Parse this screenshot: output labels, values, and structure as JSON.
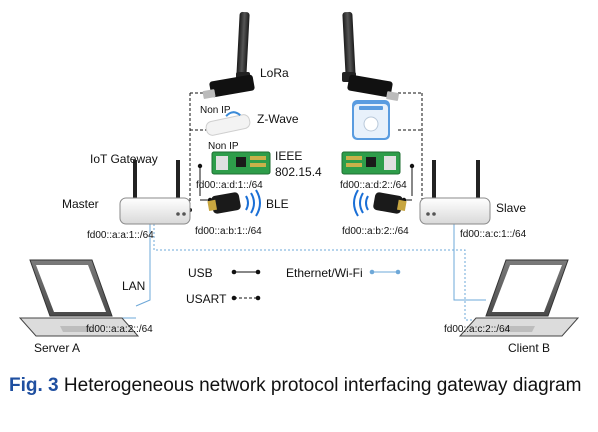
{
  "diagram": {
    "colors": {
      "ethernet": "#6ea8d8",
      "ble_blue": "#1a6fd6",
      "text": "#111111",
      "pcb_green": "#2e9d4a"
    },
    "devices": {
      "lora": "LoRa",
      "zwave": "Z-Wave",
      "ieee_line1": "IEEE",
      "ieee_line2": "802.15.4",
      "ble": "BLE",
      "gateway_title": "IoT Gateway",
      "master": "Master",
      "slave": "Slave",
      "server": "Server A",
      "client": "Client B",
      "lan": "LAN"
    },
    "non_ip": [
      "Non IP",
      "Non IP"
    ],
    "addresses": {
      "master_ieee": "fd00::a:d:1::/64",
      "master_ble": "fd00::a:b:1::/64",
      "master_eth": "fd00::a:a:1::/64",
      "server_eth": "fd00::a:a:2::/64",
      "slave_ieee": "fd00::a:d:2::/64",
      "slave_ble": "fd00::a:b:2::/64",
      "slave_eth": "fd00::a:c:1::/64",
      "client_eth": "fd00::a:c:2::/64"
    },
    "legend": {
      "usb": "USB",
      "usart": "USART",
      "ethernet": "Ethernet/Wi-Fi"
    }
  },
  "caption": {
    "label": "Fig. 3",
    "text": " Heterogeneous network protocol interfacing gateway diagram"
  }
}
